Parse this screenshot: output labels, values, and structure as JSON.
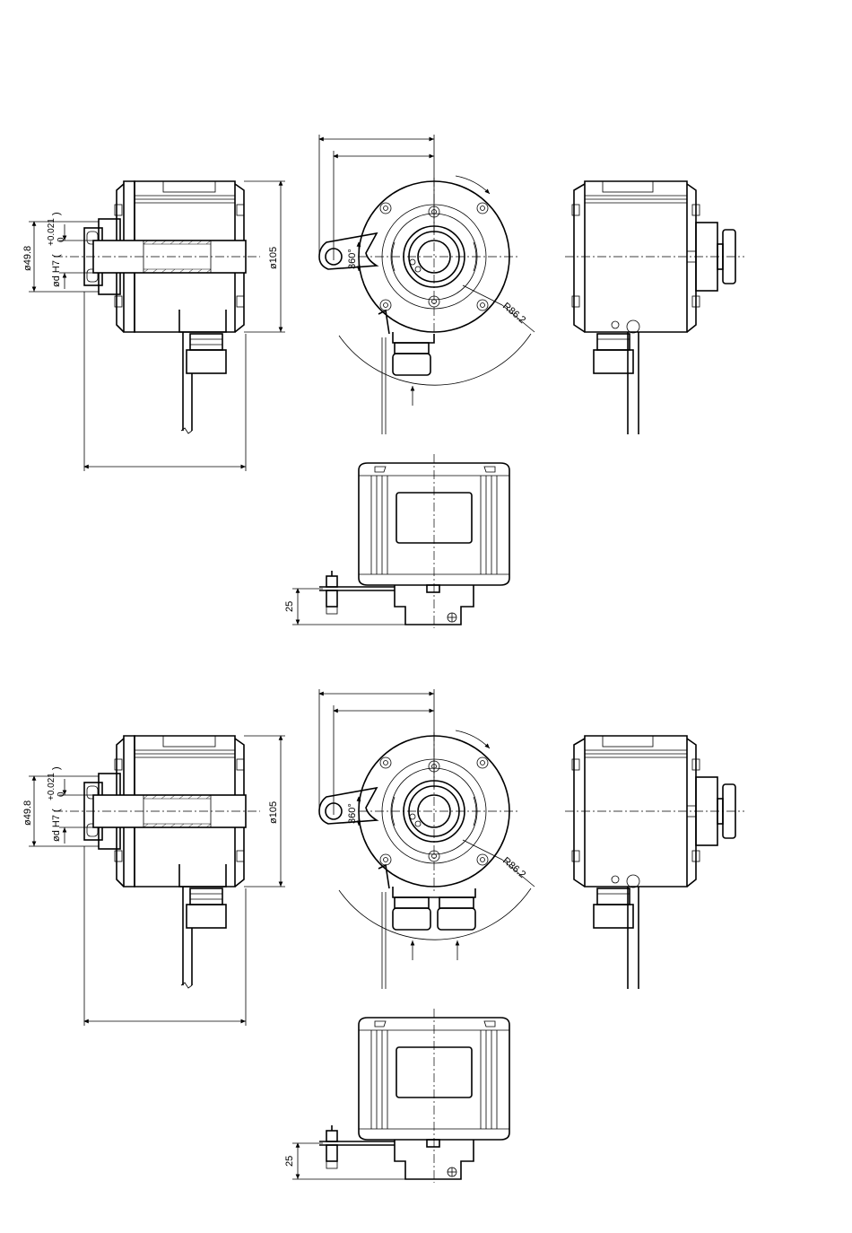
{
  "views": [
    {
      "id": "upper",
      "side": {
        "dia_label": "ø49.8",
        "bore_label": "ød H7 (",
        "tol_upper": "+0.021",
        "tol_lower": "0",
        "tol_close": ")",
        "height_label": "ø105"
      },
      "front": {
        "angle_label": "360°",
        "radius_label": "R86.2",
        "connectors": 1
      },
      "bottom": {
        "offset_label": "25"
      }
    },
    {
      "id": "lower",
      "side": {
        "dia_label": "ø49.8",
        "bore_label": "ød H7 (",
        "tol_upper": "+0.021",
        "tol_lower": "0",
        "tol_close": ")",
        "height_label": "ø105"
      },
      "front": {
        "angle_label": "360°",
        "radius_label": "R86.2",
        "connectors": 2
      },
      "bottom": {
        "offset_label": "25"
      }
    }
  ],
  "colors": {
    "line": "#000000",
    "background": "#ffffff"
  }
}
